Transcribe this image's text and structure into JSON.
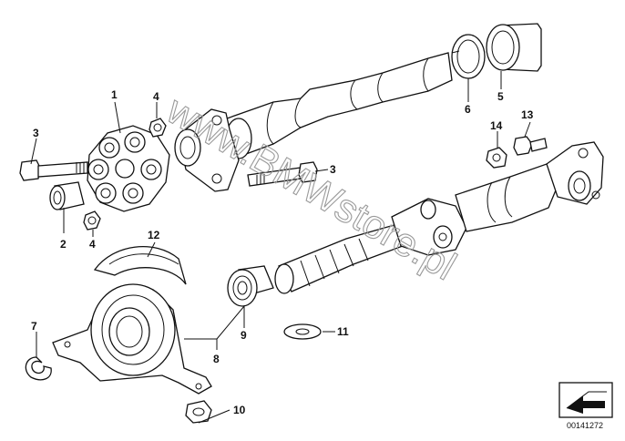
{
  "diagram": {
    "callouts": [
      {
        "id": "1",
        "text": "1"
      },
      {
        "id": "2",
        "text": "2"
      },
      {
        "id": "3a",
        "text": "3"
      },
      {
        "id": "3b",
        "text": "3"
      },
      {
        "id": "4a",
        "text": "4"
      },
      {
        "id": "4b",
        "text": "4"
      },
      {
        "id": "5",
        "text": "5"
      },
      {
        "id": "6",
        "text": "6"
      },
      {
        "id": "7",
        "text": "7"
      },
      {
        "id": "8",
        "text": "8"
      },
      {
        "id": "9",
        "text": "9"
      },
      {
        "id": "10",
        "text": "10"
      },
      {
        "id": "11",
        "text": "11"
      },
      {
        "id": "12",
        "text": "12"
      },
      {
        "id": "13",
        "text": "13"
      },
      {
        "id": "14",
        "text": "14"
      }
    ],
    "watermark": "www.BMWstore.pl",
    "document_id": "00141272"
  }
}
